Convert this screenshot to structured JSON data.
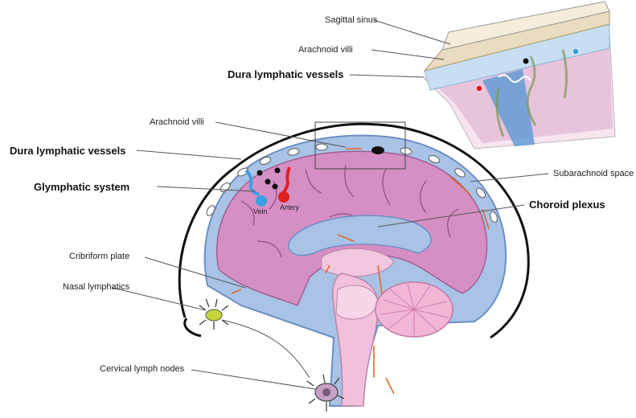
{
  "labels": {
    "sagittal_sinus": "Sagittal sinus",
    "arachnoid_villi_inset": "Arachnoid villi",
    "dura_lymphatic_inset": "Dura lymphatic vessels",
    "arachnoid_villi_main": "Arachnoid villi",
    "dura_lymphatic_main": "Dura lymphatic vessels",
    "glymphatic_system": "Glymphatic system",
    "subarachnoid_space": "Subarachnoid space",
    "choroid_plexus": "Choroid plexus",
    "cribriform_plate": "Cribriform plate",
    "nasal_lymphatics": "Nasal lymphatics",
    "cervical_lymph_nodes": "Cervical lymph nodes",
    "vein": "Vein",
    "artery": "Artery"
  },
  "colors": {
    "brain": "#d68fc4",
    "csf": "#a9c3e6",
    "csf_dark": "#7fa3d2",
    "skull_line": "#111111",
    "artery": "#e02020",
    "vein": "#3aa0e0",
    "flow_arrow": "#e06a2a",
    "cerebellum": "#f2b6d6"
  }
}
